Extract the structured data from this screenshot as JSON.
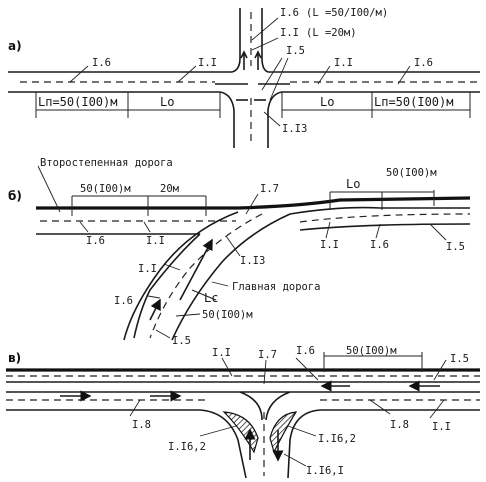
{
  "sections": {
    "a": "а)",
    "b": "б)",
    "v": "в)"
  },
  "a": {
    "l_1_6_left": "I.6",
    "l_1_1_left": "I.I",
    "l_1_6_top": "I.6",
    "l_1_6_top_note": "(L =50/I00/м)",
    "l_1_1_top": "I.I",
    "l_1_1_top_note": "(L =20м)",
    "l_1_5": "I.5",
    "l_1_1_right": "I.I",
    "l_1_6_right": "I.6",
    "l_1_13": "I.I3",
    "dim_lp_left": "Lп=50(I00)м",
    "dim_lo_left": "Lo",
    "dim_lo_right": "Lo",
    "dim_lp_right": "Lп=50(I00)м"
  },
  "b": {
    "secondary_road": "Второстепенная дорога",
    "dim_50": "50(I00)м",
    "dim_20": "20м",
    "l_1_7": "I.7",
    "dim_lo": "Lo",
    "dim_50_right": "50(I00)м",
    "l_1_6_left": "I.6",
    "l_1_1_left": "I.I",
    "l_1_13": "I.I3",
    "l_1_1_right": "I.I",
    "l_1_6_right": "I.6",
    "l_1_5_right": "I.5",
    "l_1_1_bottom": "I.I",
    "main_road": "Главная дорога",
    "lc": "Lc",
    "l_1_6_bottom": "I.6",
    "dim_50_bottom": "50(I00)м",
    "l_1_5_bottom": "I.5"
  },
  "v": {
    "l_1_1_top": "I.I",
    "l_1_7": "I.7",
    "l_1_6": "I.6",
    "dim_50": "50(I00)м",
    "l_1_5": "I.5",
    "l_1_8_left": "I.8",
    "l_1_8_right": "I.8",
    "l_1_1_right": "I.I",
    "l_1_16_2_left": "I.I6,2",
    "l_1_16_2_right": "I.I6,2",
    "l_1_16_1": "I.I6,I"
  }
}
